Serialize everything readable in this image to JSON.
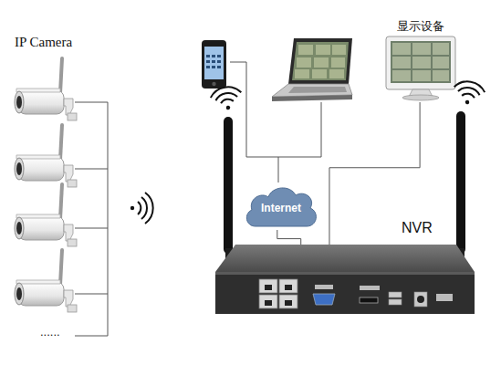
{
  "diagram": {
    "nodes": [
      {
        "text": [
          "IP Camera"
        ]
      },
      {
        "text": [
          "Internet"
        ]
      },
      {
        "text": [
          "NVR"
        ]
      },
      {
        "text": [
          "显示设备"
        ]
      }
    ],
    "edges": [
      {
        "from": 1,
        "to": 2,
        "arrow": "none"
      },
      {
        "from": 3,
        "to": 2,
        "arrow": "none"
      }
    ],
    "labels": [
      "......"
    ]
  }
}
